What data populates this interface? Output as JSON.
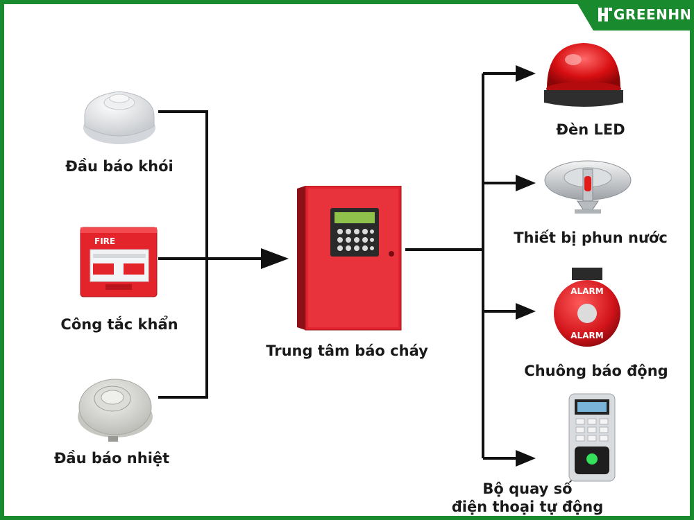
{
  "brand": {
    "name": "GREENHN",
    "color": "#1a8a2e"
  },
  "inputs": [
    {
      "label": "Đầu báo khói",
      "icon": "smoke-detector-icon"
    },
    {
      "label": "Công tắc khẩn",
      "icon": "emergency-switch-icon",
      "panel_text": "FIRE"
    },
    {
      "label": "Đầu báo nhiệt",
      "icon": "heat-detector-icon"
    }
  ],
  "center": {
    "label": "Trung tâm báo cháy",
    "icon": "fire-alarm-panel-icon",
    "color": "#e0232e"
  },
  "outputs": [
    {
      "label": "Đèn LED",
      "icon": "strobe-light-icon"
    },
    {
      "label": "Thiết bị phun nước",
      "icon": "sprinkler-icon"
    },
    {
      "label": "Chuông báo động",
      "icon": "alarm-bell-icon",
      "bell_text": "ALARM"
    },
    {
      "label_line1": "Bộ quay số",
      "label_line2": "điện thoại tự động",
      "icon": "auto-dialer-icon"
    }
  ]
}
